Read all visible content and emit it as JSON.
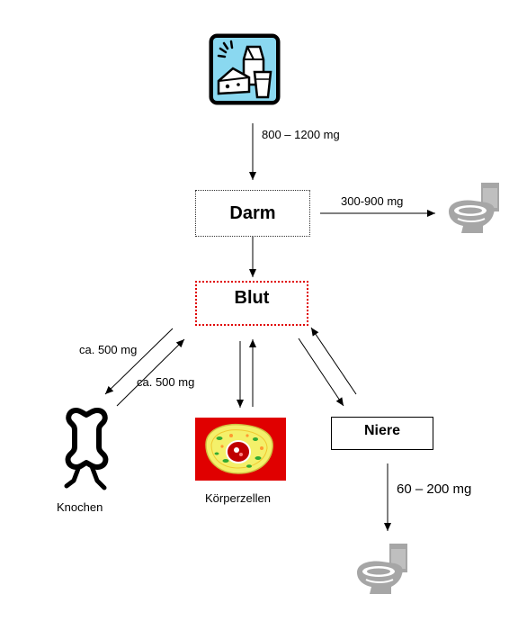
{
  "nodes": {
    "darm": "Darm",
    "blut": "Blut",
    "niere": "Niere",
    "knochen": "Knochen",
    "koerperzellen": "Körperzellen"
  },
  "flows": {
    "intake": "800 – 1200 mg",
    "excretion_darm": "300-900 mg",
    "blood_to_bone": "ca. 500 mg",
    "bone_to_blood": "ca. 500 mg",
    "excretion_niere": "60 – 200 mg"
  },
  "icons": {
    "food": "dairy-food-icon",
    "toilet_top": "toilet-icon",
    "toilet_bottom": "toilet-icon",
    "bone": "bone-icon",
    "cell": "cell-icon"
  },
  "colors": {
    "blut_border": "#e00000",
    "toilet": "#a6a6a6",
    "cell_bg": "#e00000",
    "cell_body": "#f4f06a",
    "food_bg": "#8ad8f0"
  }
}
